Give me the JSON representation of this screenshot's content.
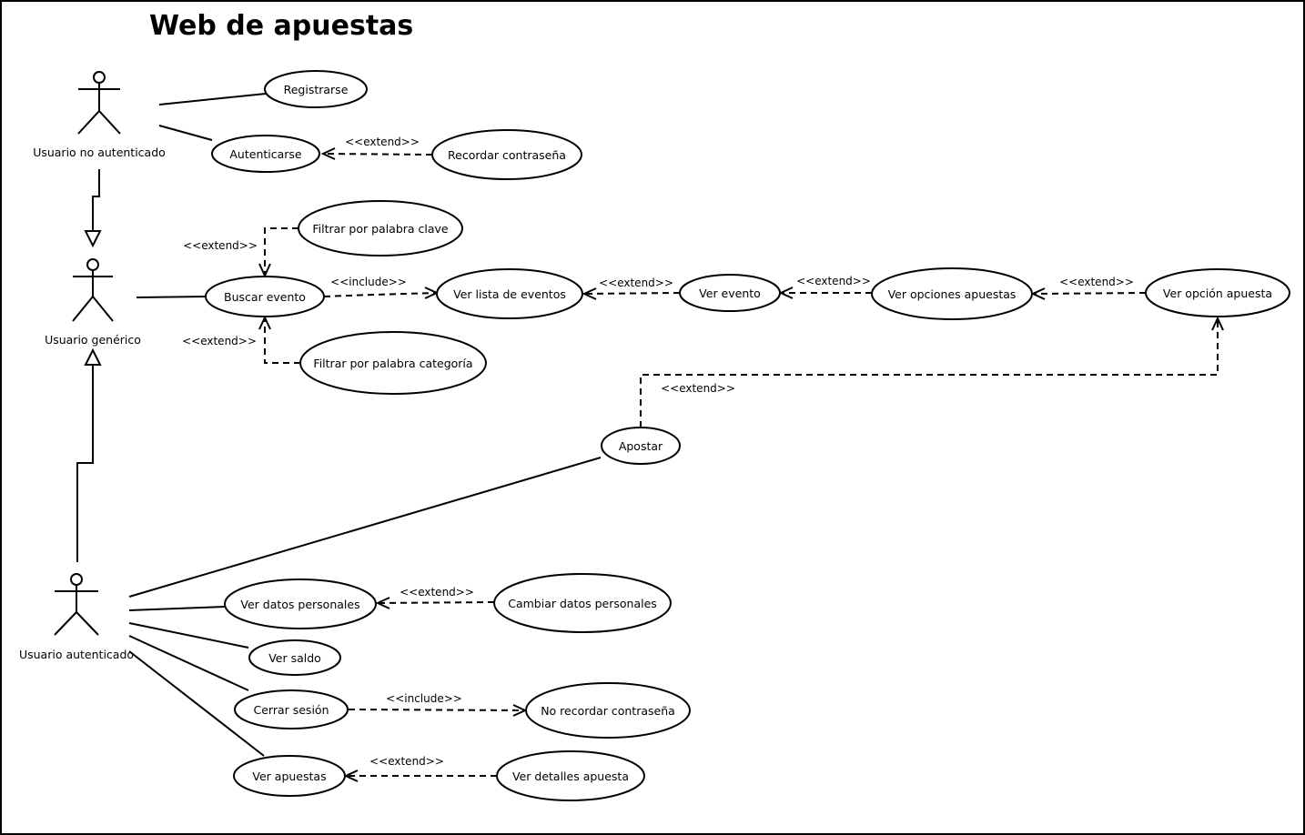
{
  "title": "Web de apuestas",
  "actors": {
    "no_autenticado": "Usuario no autenticado",
    "generico": "Usuario genérico",
    "autenticado": "Usuario autenticado"
  },
  "use_cases": {
    "registrarse": "Registrarse",
    "autenticarse": "Autenticarse",
    "recordar_contrasena": "Recordar contraseña",
    "filtrar_clave": "Filtrar por palabra clave",
    "buscar_evento": "Buscar evento",
    "filtrar_categoria": "Filtrar por palabra categoría",
    "ver_lista_eventos": "Ver lista de eventos",
    "ver_evento": "Ver evento",
    "ver_opciones_apuestas": "Ver opciones apuestas",
    "ver_opcion_apuesta": "Ver opción apuesta",
    "apostar": "Apostar",
    "ver_datos_personales": "Ver datos personales",
    "cambiar_datos_personales": "Cambiar datos personales",
    "ver_saldo": "Ver saldo",
    "cerrar_sesion": "Cerrar sesión",
    "no_recordar_contrasena": "No recordar contraseña",
    "ver_apuestas": "Ver apuestas",
    "ver_detalles_apuesta": "Ver detalles apuesta"
  },
  "relations": {
    "extend": "<<extend>>",
    "include": "<<include>>"
  }
}
